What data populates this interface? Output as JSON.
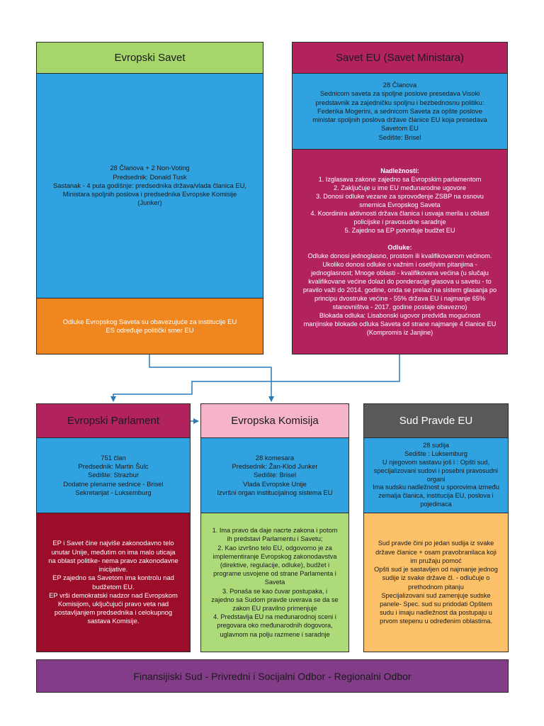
{
  "colors": {
    "green_header": "#a6d56b",
    "blue": "#31a2e0",
    "orange": "#f0861f",
    "magenta": "#b2235e",
    "pink_header": "#f6b4c8",
    "gray_header": "#595959",
    "dark_red": "#9c0d2a",
    "light_green": "#aedb7a",
    "light_orange": "#fcc169",
    "purple": "#823c88",
    "arrow": "#2a7ab8"
  },
  "evropski_savet": {
    "header": "Evropski Savet",
    "info": [
      "28 Članova + 2 Non-Voting",
      "Predsednik: Donald Tusk",
      "Sastanak - 4 puta godišnje: predsednika država/vlada članica EU,",
      "Ministara spoljnih poslova i predsednika Evropske Komisije",
      "(Junker)"
    ],
    "note": [
      "Odluke Evropskog Saveta su obavezujuće za institucije EU",
      "ES određuje politički smer EU"
    ]
  },
  "savet_eu": {
    "header": "Savet EU (Savet Ministara)",
    "info": [
      "28 Članova",
      "Sednicom saveta za spoljne poslove presedava Visoki",
      "predstavnik za zajedničku spoljnu i bezbednosnu politiku:",
      "Federika Mogerini, a sednicom Saveta za opšte poslove",
      "ministar spoljnih poslova države članice EU koja presedava",
      "Savetom EU",
      "Sedište: Brisel"
    ],
    "nadleznosti_title": "Nadležnosti:",
    "nadleznosti": [
      "1. Izglasava zakone zajedno sa Evropskim parlamentom",
      "2. Zaključuje u ime EU međunarodne ugovore",
      "3. Donosi odluke vezane za sprovođenje ZSBP na osnovu",
      "smernica Evropskog Saveta",
      "4. Koordinira aktivnosti država članica i usvaja merila u oblasti",
      "policijske i pravosudne saradnje",
      "5. Zajedno sa EP potvrđuje budžet EU"
    ],
    "odluke_title": "Odluke:",
    "odluke": [
      "Odluke donosi jednoglasno, prostom ili kvalifikovanom većinom.",
      "Ukoliko donosi odluke o važnim i osetljivim pitanjima -",
      "jednoglasnost; Mnoge oblasti - kvalifikovana većina (u slučaju",
      "kvalifikovane većine dolazi do ponderacije glasova u savetu - to",
      "pravilo važi do 2014. godine, onda se prelazi na sistem glasanja po",
      "principu dvostruke većine - 55% država EU i najmanje 65%",
      "stanovništva - 2017. godine postaje obavezno)",
      "Blokada odluka: Lisabonski ugovor predviđa mogućnost",
      "manjinske blokade odluka Saveta od strane najmanje 4 članice EU",
      "(Kompromis iz Janjine)"
    ]
  },
  "parlament": {
    "header": "Evropski Parlament",
    "info": [
      "751 član",
      "Predsednik: Martin Šulc",
      "Sedište: Strazbur",
      "Dodatne plenarne sednice - Brisel",
      "Sekretarijat - Luksemburg"
    ],
    "note": [
      "EP i Savet čine najviše zakonodavno telo",
      "unutar Unije, međutim on ima malo uticaja",
      "na oblast politike- nema pravo zakonodavne",
      "inicijative.",
      "EP zajedno sa Savetom ima kontrolu nad",
      "budžetom EU.",
      "EP vrši demokratski nadzor nad Evropskom",
      "Komisijom, uključujući pravo veta nad",
      "postavljanjem predsednika i celokupnog",
      "sastava Komisije."
    ]
  },
  "komisija": {
    "header": "Evropska Komisija",
    "info": [
      "28 komesara",
      "Predsednik: Žan-Klod Junker",
      "Sedište: Brisel",
      "Vlada Evropske Unije",
      "Izvršni organ institucijalnog sistema EU"
    ],
    "note": [
      "1. Ima pravo da daje nacrte zakona i potom",
      "ih predstavi Parlamentu i Savetu;",
      "2. Kao izvršno telo EU, odgovorno je za",
      "implementiranje Evropskog zakonodavstva",
      "(direktive, regulacije, odluke), budžet i",
      "programe usvojene od strane Parlamenta i",
      "Saveta",
      "3.  Ponaša se kao čuvar postupaka, i",
      "zajedno sa Sudom pravde uverava se da se",
      "zakon EU pravilno primenjuje",
      "4. Predstavlja EU na međunarodnoj sceni i",
      "pregovara oko međunarodnih dogovora,",
      "uglavnom na polju razmene i saradnje"
    ]
  },
  "sud": {
    "header": "Sud Pravde EU",
    "info": [
      "28 sudija",
      "Sedište : Luksemburg",
      "U njegovom sastavu još i : Opšti sud,",
      "specijalizovani sudovi i posebni pravosudni",
      "organi",
      "Ima sudsku nadležnost u sporovima između",
      "zemalja članica, institucija EU, poslova i",
      "pojedinaca"
    ],
    "note": [
      "Sud pravde čini po jedan sudija iz svake",
      "države članice + osam pravobranilaca koji",
      "im pružaju pomoć",
      "Opšti sud je sastavljen od najmanje jednog",
      "sudije iz svake države čl. - odlučuje o",
      "prethodnom pitanju",
      "Specijalizovani sud zamenjuje sudske",
      "panele- Spec. sud su pridodati Opštem",
      "sudu i imaju nadležnost da postupaju u",
      "prvom stepenu u određenim oblastima."
    ]
  },
  "footer": "Finansijiski Sud - Privredni i Socijalni Odbor - Regionalni Odbor"
}
